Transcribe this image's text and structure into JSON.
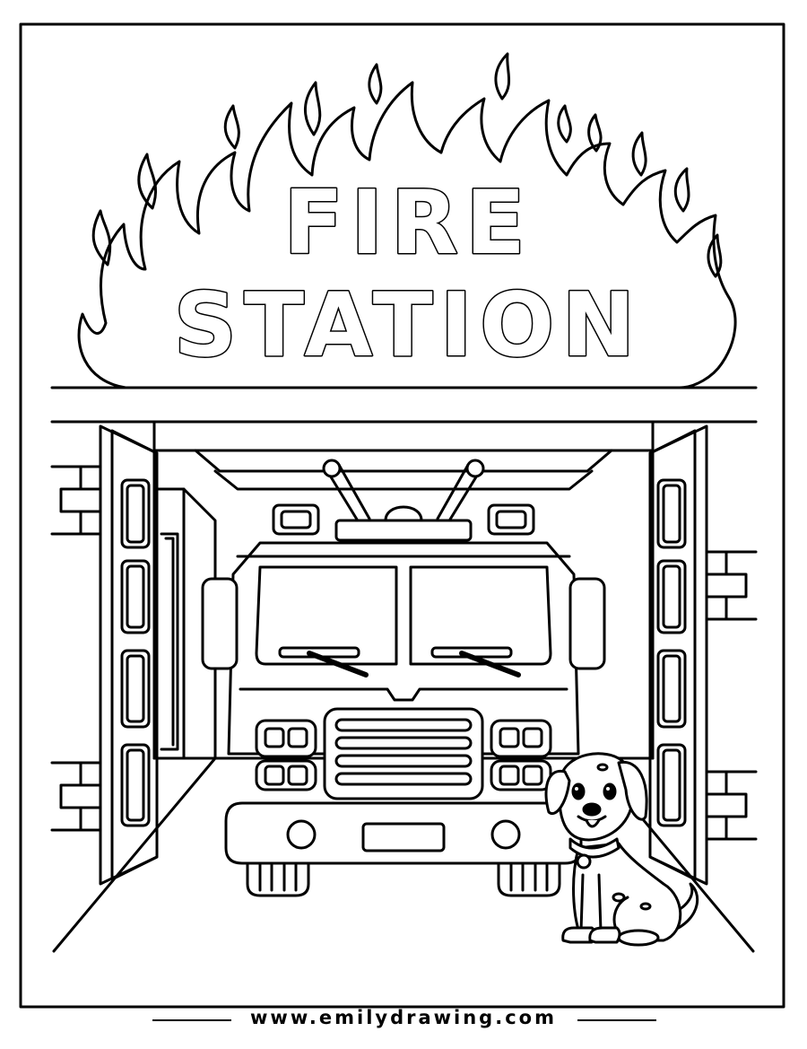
{
  "title": {
    "line1": "FIRE",
    "line2": "STATION"
  },
  "footer": {
    "url": "www.emilydrawing.com"
  }
}
